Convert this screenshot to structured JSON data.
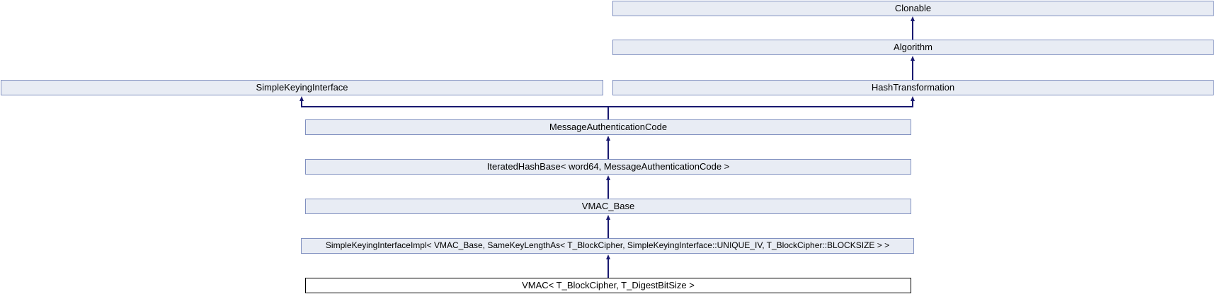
{
  "diagram": {
    "type": "class-inheritance-graph",
    "current_class": "VMAC< T_BlockCipher, T_DigestBitSize >",
    "nodes": [
      {
        "id": "clonable",
        "label": "Clonable"
      },
      {
        "id": "algorithm",
        "label": "Algorithm"
      },
      {
        "id": "simple-keying-interface",
        "label": "SimpleKeyingInterface"
      },
      {
        "id": "hash-transformation",
        "label": "HashTransformation"
      },
      {
        "id": "message-authentication-code",
        "label": "MessageAuthenticationCode"
      },
      {
        "id": "iterated-hash-base",
        "label": "IteratedHashBase< word64, MessageAuthenticationCode >"
      },
      {
        "id": "vmac-base",
        "label": "VMAC_Base"
      },
      {
        "id": "simple-keying-interface-impl",
        "label": "SimpleKeyingInterfaceImpl< VMAC_Base, SameKeyLengthAs< T_BlockCipher, SimpleKeyingInterface::UNIQUE_IV, T_BlockCipher::BLOCKSIZE > >"
      },
      {
        "id": "vmac",
        "label": "VMAC< T_BlockCipher, T_DigestBitSize >",
        "current": true
      }
    ],
    "edges": [
      {
        "from": "algorithm",
        "to": "clonable",
        "type": "public-inheritance"
      },
      {
        "from": "hash-transformation",
        "to": "algorithm",
        "type": "public-inheritance"
      },
      {
        "from": "message-authentication-code",
        "to": "simple-keying-interface",
        "type": "public-inheritance"
      },
      {
        "from": "message-authentication-code",
        "to": "hash-transformation",
        "type": "public-inheritance"
      },
      {
        "from": "iterated-hash-base",
        "to": "message-authentication-code",
        "type": "public-inheritance"
      },
      {
        "from": "vmac-base",
        "to": "iterated-hash-base",
        "type": "public-inheritance"
      },
      {
        "from": "simple-keying-interface-impl",
        "to": "vmac-base",
        "type": "public-inheritance"
      },
      {
        "from": "vmac",
        "to": "simple-keying-interface-impl",
        "type": "public-inheritance"
      }
    ]
  },
  "colors": {
    "background": "#ffffff",
    "node_fill": "#e8ecf4",
    "node_border": "#8090c0",
    "current_fill": "#ffffff",
    "current_border": "#000000",
    "edge": "#191970"
  }
}
